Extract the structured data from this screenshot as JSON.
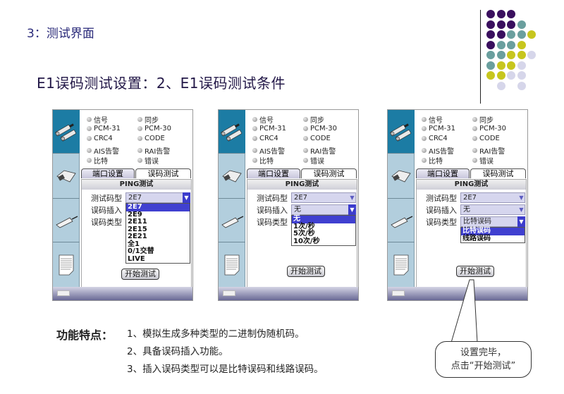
{
  "slide": {
    "heading": "3：测试界面",
    "subtitle": "E1误码测试设置：2、E1误码测试条件"
  },
  "decoration": {
    "colors": {
      "purple": "#3a0f5e",
      "teal": "#6a9f9e",
      "yellow": "#c7c61e",
      "lavender": "#d6d6ea"
    },
    "dots": [
      [
        "purple",
        "purple",
        "purple",
        "",
        ""
      ],
      [
        "purple",
        "purple",
        "purple",
        "teal",
        ""
      ],
      [
        "purple",
        "purple",
        "teal",
        "teal",
        "yellow"
      ],
      [
        "purple",
        "teal",
        "teal",
        "yellow",
        ""
      ],
      [
        "teal",
        "teal",
        "yellow",
        "yellow",
        "lavender"
      ],
      [
        "teal",
        "yellow",
        "yellow",
        "lavender",
        ""
      ],
      [
        "yellow",
        "yellow",
        "lavender",
        "lavender",
        ""
      ],
      [
        "",
        "lavender",
        "",
        "lavender",
        ""
      ]
    ]
  },
  "device": {
    "sidebar_icons": [
      "coax-connector-icon",
      "db-connector-icon",
      "rj45-connector-icon",
      "document-icon"
    ],
    "status_leds": [
      {
        "label": "信号"
      },
      {
        "label": "同步"
      },
      {
        "label": "PCM-31"
      },
      {
        "label": "PCM-30"
      },
      {
        "label": "CRC4"
      },
      {
        "label": "CODE"
      },
      {
        "label": "AIS告警"
      },
      {
        "label": "RAI告警"
      },
      {
        "label": "比特"
      },
      {
        "label": "错误"
      }
    ],
    "tabs": [
      "端口设置",
      "误码测试"
    ],
    "panel_title": "PING测试",
    "fields": {
      "pattern_label": "测试码型",
      "insert_label": "误码插入",
      "type_label": "误码类型"
    },
    "start_button": "开始测试"
  },
  "screens": [
    {
      "pattern_value": "2E7",
      "insert_value": "",
      "type_value": "",
      "open_dropdown": "pattern",
      "dropdown_options": [
        "2E7",
        "2E9",
        "2E11",
        "2E15",
        "2E21",
        "全1",
        "0/1交替",
        "LIVE"
      ],
      "selected_index": 0
    },
    {
      "pattern_value": "2E7",
      "insert_value": "无",
      "type_value": "",
      "open_dropdown": "insert",
      "dropdown_options": [
        "无",
        "1次/秒",
        "5次/秒",
        "10次/秒"
      ],
      "selected_index": 0
    },
    {
      "pattern_value": "2E7",
      "insert_value": "无",
      "type_value": "比特误码",
      "open_dropdown": "type",
      "dropdown_options": [
        "比特误码",
        "线路误码"
      ],
      "selected_index": 0
    }
  ],
  "features": {
    "label": "功能特点：",
    "items": [
      "1、模拟生成多种类型的二进制伪随机码。",
      "2、具备误码插入功能。",
      "3、插入误码类型可以是比特误码和线路误码。"
    ]
  },
  "callout": {
    "line1": "设置完毕，",
    "line2": "点击“开始测试”"
  }
}
